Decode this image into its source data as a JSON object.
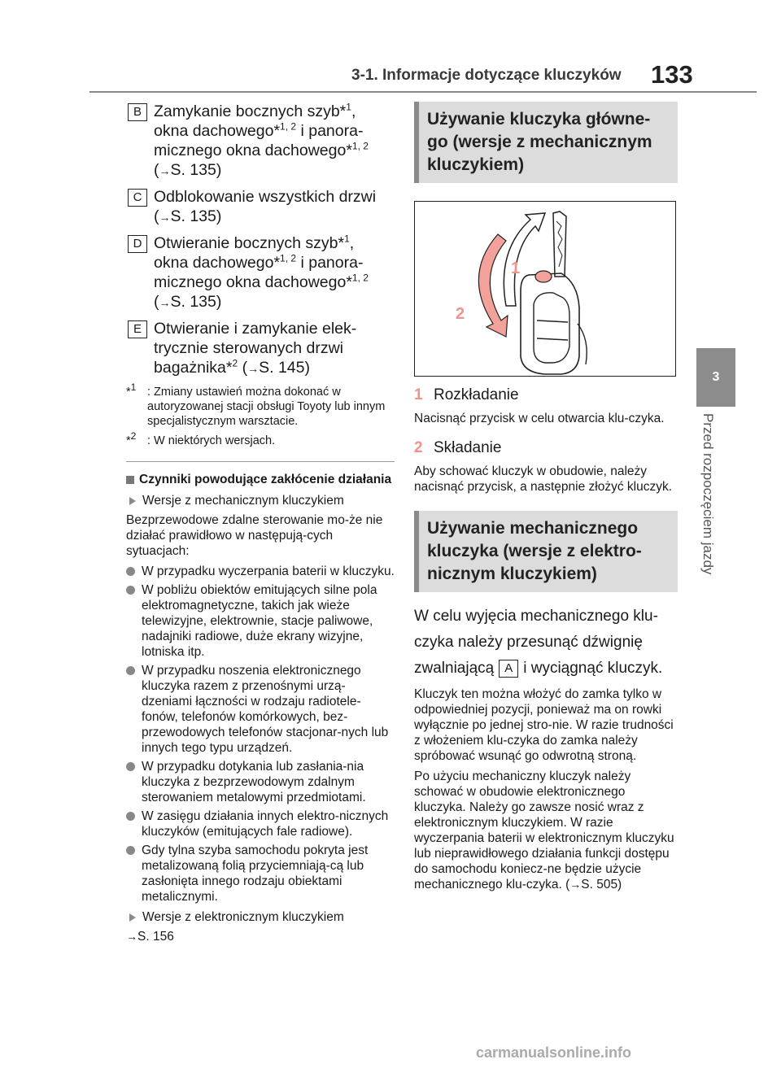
{
  "header": {
    "title": "3-1. Informacje dotyczące kluczyków",
    "page_number": "133"
  },
  "side_tab": {
    "number": "3",
    "text": "Przed rozpoczęciem jazdy"
  },
  "left": {
    "key_items": [
      {
        "box": "B",
        "text": "Zamykanie bocznych szyb*",
        "sup1": "1",
        "text2": ",",
        "line2": "okna dachowego*",
        "sup2": "1, 2",
        "line2b": " i panora-",
        "line3": "micznego okna dachowego*",
        "sup3": "1, 2",
        "ref_arrow": "→",
        "ref": "S. 135"
      },
      {
        "box": "C",
        "text": "Odblokowanie wszystkich drzwi",
        "ref_arrow": "→",
        "ref": "S. 135"
      },
      {
        "box": "D",
        "text": "Otwieranie bocznych szyb*",
        "sup1": "1",
        "text2": ",",
        "line2": "okna dachowego*",
        "sup2": "1, 2",
        "line2b": " i panora-",
        "line3": "micznego okna dachowego*",
        "sup3": "1, 2",
        "ref_arrow": "→",
        "ref": "S. 135"
      },
      {
        "box": "E",
        "text": "Otwieranie i zamykanie elek-",
        "line2": "trycznie sterowanych drzwi",
        "line3": "bagażnika*",
        "sup3": "2",
        "ref_arrow": "→",
        "ref": "S. 145"
      }
    ],
    "footnotes": [
      {
        "mark": "*",
        "sup": "1",
        "text": ": Zmiany ustawień można dokonać w autoryzowanej stacji obsługi Toyoty lub innym specjalistycznym warsztacie."
      },
      {
        "mark": "*",
        "sup": "2",
        "text": ": W niektórych wersjach."
      }
    ],
    "section_heading": "Czynniki powodujące zakłócenie działania",
    "sub1": "Wersje z mechanicznym kluczykiem",
    "intro": "Bezprzewodowe zdalne sterowanie mo-że nie działać prawidłowo w następują-cych sytuacjach:",
    "bullets": [
      "W przypadku wyczerpania baterii w kluczyku.",
      "W pobliżu obiektów emitujących silne pola elektromagnetyczne, takich jak wieże telewizyjne, elektrownie, stacje paliwowe, nadajniki radiowe, duże ekrany wizyjne, lotniska itp.",
      "W przypadku noszenia elektronicznego kluczyka razem z przenośnymi urzą-dzeniami łączności w rodzaju radiotele-fonów, telefonów komórkowych, bez-przewodowych telefonów stacjonar-nych lub innych tego typu urządzeń.",
      "W przypadku dotykania lub zasłania-nia kluczyka z bezprzewodowym zdalnym sterowaniem metalowymi przedmiotami.",
      "W zasięgu działania innych elektro-nicznych kluczyków (emitujących fale radiowe).",
      "Gdy tylna szyba samochodu pokryta jest metalizowaną folią przyciemniają-cą lub zasłonięta innego rodzaju obiektami metalicznymi."
    ],
    "sub2": "Wersje z elektronicznym kluczykiem",
    "sub2_arrow": "→",
    "sub2_ref": "S. 156"
  },
  "right": {
    "heading1": "Używanie kluczyka główne-go (wersje z mechanicznym kluczykiem)",
    "illus_label1": "1",
    "illus_label2": "2",
    "steps": [
      {
        "num": "1",
        "title": "Rozkładanie",
        "desc": "Nacisnąć przycisk w celu otwarcia klu-czyka."
      },
      {
        "num": "2",
        "title": "Składanie",
        "desc": "Aby schować kluczyk w obudowie, należy nacisnąć przycisk, a następnie złożyć kluczyk."
      }
    ],
    "heading2": "Używanie mechanicznego kluczyka (wersje z elektro-nicznym kluczykiem)",
    "lead_a": "W celu wyjęcia mechanicznego klu-czyka należy przesunąć dźwignię zwalniającą",
    "lead_box": "A",
    "lead_b": "i wyciągnąć kluczyk.",
    "para1": "Kluczyk ten można włożyć do zamka tylko w odpowiedniej pozycji, ponieważ ma on rowki wyłącznie po jednej stro-nie. W razie trudności z włożeniem klu-czyka do zamka należy spróbować wsunąć go odwrotną stroną.",
    "para2": "Po użyciu mechaniczny kluczyk należy schować w obudowie elektronicznego kluczyka. Należy go zawsze nosić wraz z elektronicznym kluczykiem. W razie wyczerpania baterii w elektronicznym kluczyku lub nieprawidłowego działania funkcji dostępu do samochodu koniecz-ne będzie użycie mechanicznego klu-czyka. (",
    "para2_arrow": "→",
    "para2_ref": "S. 505)"
  },
  "watermark": "carmanualsonline.info"
}
